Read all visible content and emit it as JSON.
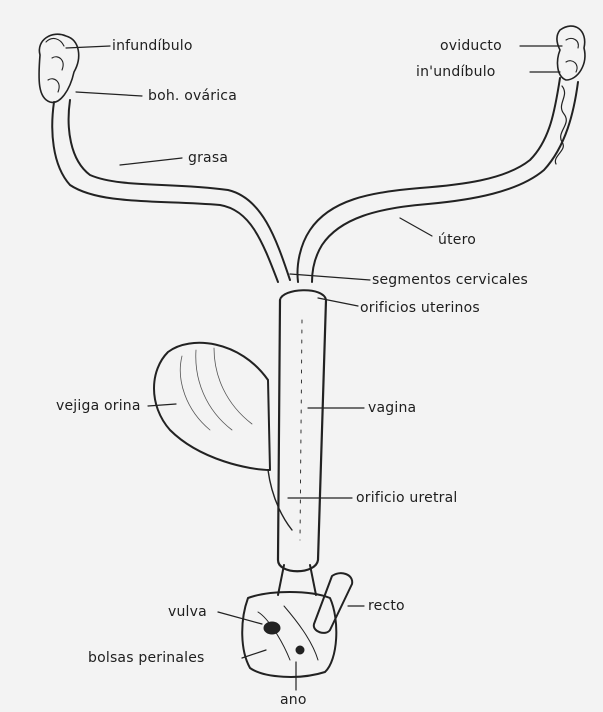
{
  "labels": {
    "infundibulo_left": "infundíbulo",
    "bolsa_ovarica": "boh. ovárica",
    "grasa": "grasa",
    "oviducto": "oviducto",
    "infundibulo_right": "in'undíbulo",
    "utero": "útero",
    "segmentos_cervicales": "segmentos cervicales",
    "orificios_uterinos": "orificios uterinos",
    "vejiga_orina": "vejiga orina",
    "vagina": "vagina",
    "orificio_uretral": "orificio uretral",
    "vulva": "vulva",
    "recto": "recto",
    "bolsas_perinales": "bolsas perinales",
    "ano": "ano"
  }
}
